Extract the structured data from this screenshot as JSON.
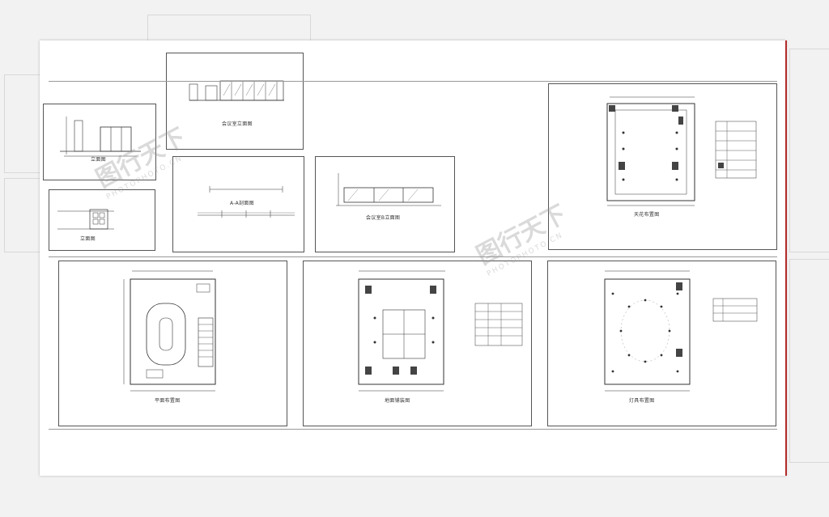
{
  "panels": [
    {
      "id": "elevation-small",
      "caption": "立面图"
    },
    {
      "id": "elevation-top",
      "caption": "会议室立面图"
    },
    {
      "id": "elevation-small-2",
      "caption": "立面图"
    },
    {
      "id": "section-a",
      "caption": "A-A剖面图"
    },
    {
      "id": "elevation-glass",
      "caption": "会议室B立面图"
    },
    {
      "id": "ceiling-plan",
      "caption": "天花布置图"
    },
    {
      "id": "layout-plan",
      "caption": "平面布置图"
    },
    {
      "id": "floor-plan",
      "caption": "地面铺装图"
    },
    {
      "id": "lighting-plan",
      "caption": "灯具布置图"
    }
  ],
  "watermark": {
    "text": "图行天下",
    "sub": "PHOTOPHOTO.CN"
  }
}
